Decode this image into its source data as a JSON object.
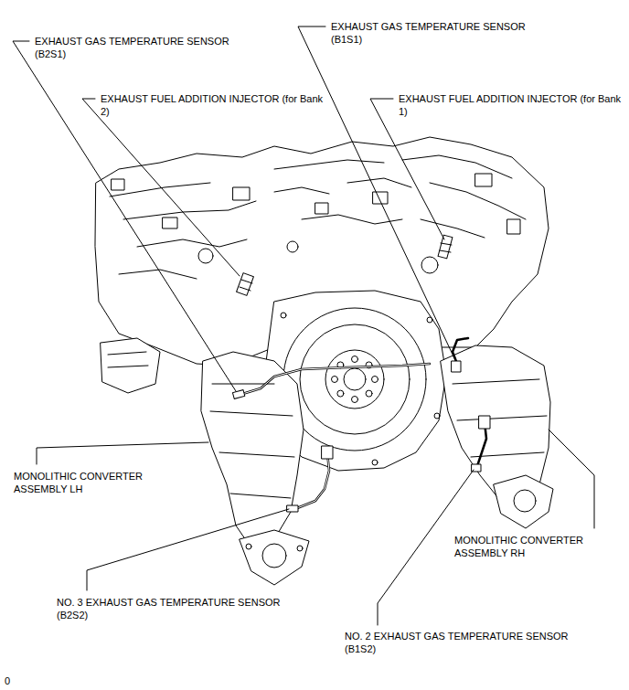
{
  "diagram": {
    "labels": [
      "EXHAUST GAS TEMPERATURE SENSOR (B2S1)",
      "EXHAUST GAS TEMPERATURE SENSOR (B1S1)",
      "EXHAUST FUEL ADDITION INJECTOR (for Bank 2)",
      "EXHAUST FUEL ADDITION INJECTOR (for Bank 1)",
      "MONOLITHIC CONVERTER ASSEMBLY LH",
      "MONOLITHIC CONVERTER ASSEMBLY RH",
      "NO. 3 EXHAUST GAS TEMPERATURE SENSOR (B2S2)",
      "NO. 2 EXHAUST GAS TEMPERATURE SENSOR (B1S2)",
      "0"
    ]
  }
}
